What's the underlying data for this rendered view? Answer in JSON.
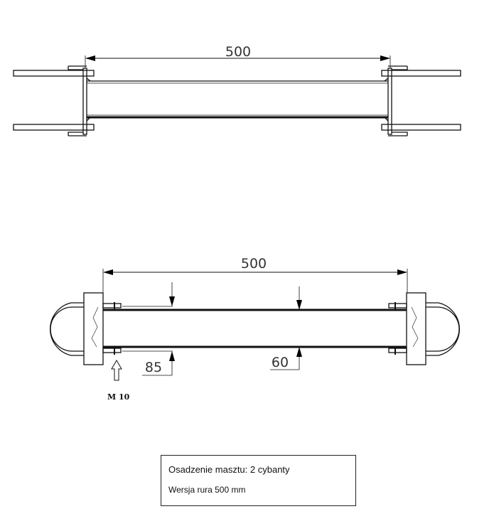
{
  "top_view": {
    "dimension_length": "500"
  },
  "bottom_view": {
    "dimension_length": "500",
    "dimension_clamp": "85",
    "dimension_pipe": "60",
    "bolt_label": "M 10"
  },
  "info_box": {
    "line1": "Osadzenie masztu: 2 cybanty",
    "line2": "Wersja rura 500 mm"
  }
}
